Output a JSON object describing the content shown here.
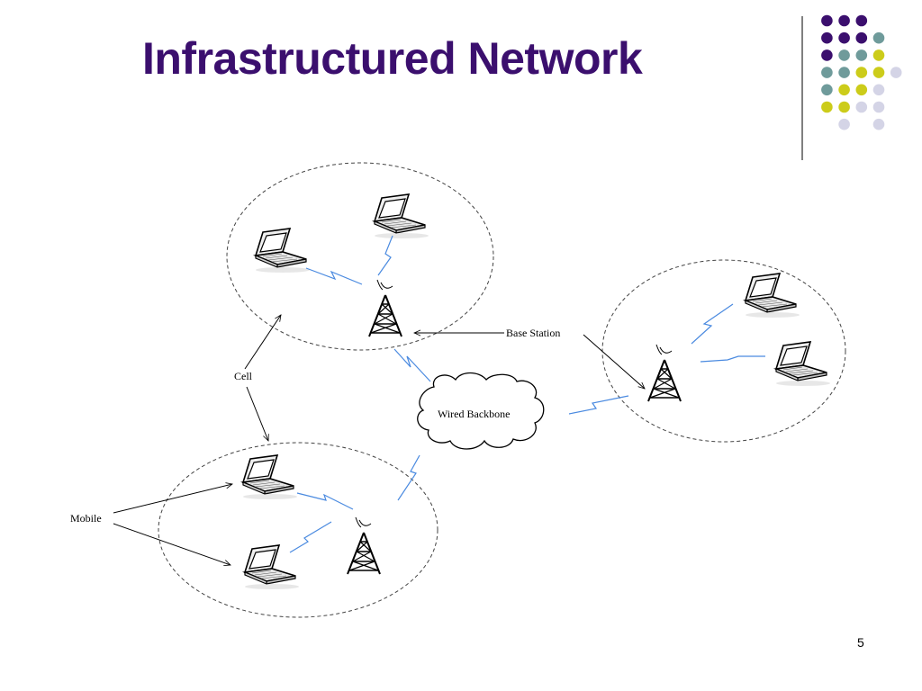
{
  "slide": {
    "title": "Infrastructured Network",
    "page_number": "5"
  },
  "labels": {
    "base_station": "Base Station",
    "cell": "Cell",
    "mobile": "Mobile",
    "wired_backbone": "Wired Backbone"
  },
  "colors": {
    "title": "#3b0f6e",
    "dot_purple": "#3b0f6e",
    "dot_teal": "#6f9b9b",
    "dot_yellow": "#cccc1a",
    "dot_lavender": "#d4d4e6",
    "radio_link": "#4a8ae0"
  },
  "icons": [
    "laptop-icon",
    "tower-icon",
    "cloud-icon",
    "decorative-dot-grid"
  ]
}
